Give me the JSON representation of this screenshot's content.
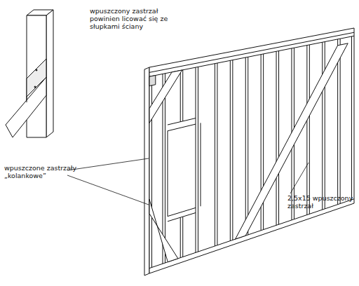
{
  "diagram": {
    "labels": [
      "wpuszczony zastrzał powinien licować się ze słupkami ściany",
      "wpuszczone zastrzały „kolankowe”",
      "2,5x15 wpuszczony zastrzał"
    ]
  }
}
